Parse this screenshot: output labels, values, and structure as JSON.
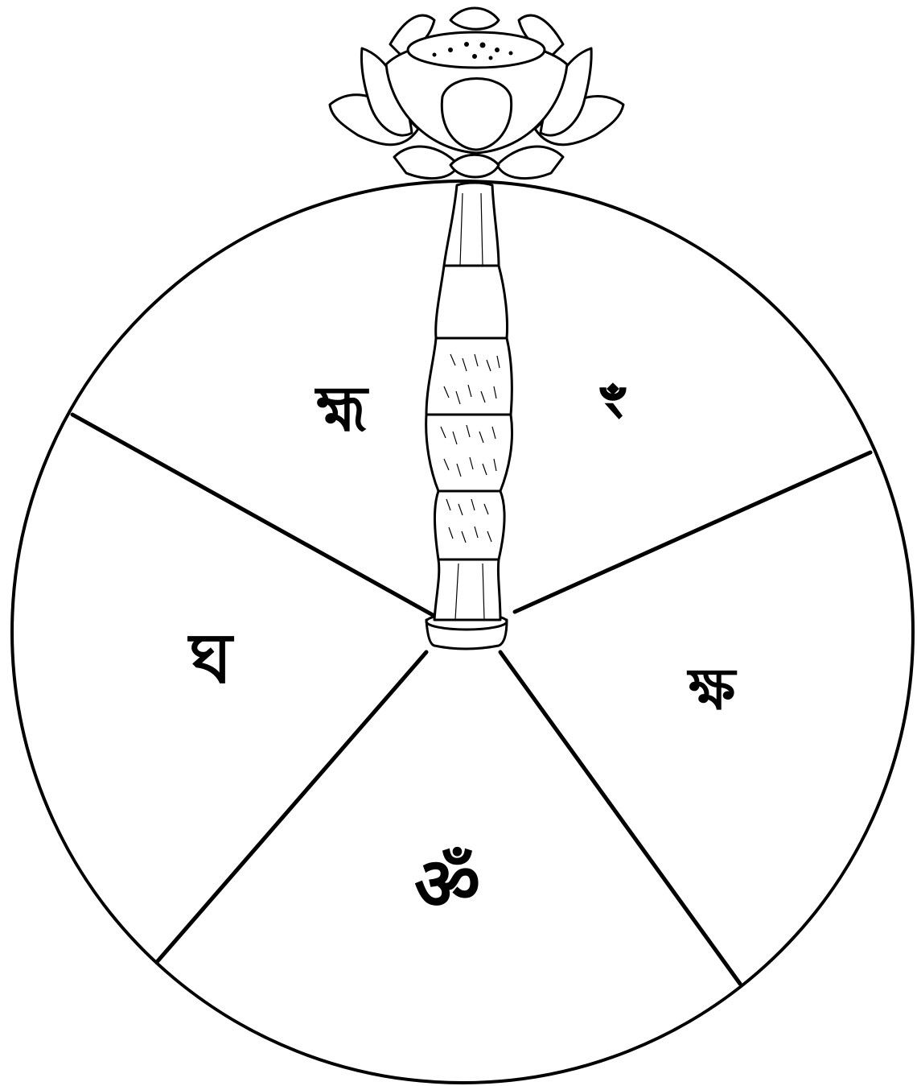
{
  "colors": {
    "ink": "#000000",
    "paper": "#ffffff"
  },
  "center_emblem": "lotus-on-stem-icon",
  "segments": [
    {
      "id": "upper-left",
      "syllable": "হ্ম"
    },
    {
      "id": "upper-right",
      "syllable": "ꣳ"
    },
    {
      "id": "right",
      "syllable": "ক্ষ"
    },
    {
      "id": "bottom",
      "syllable": "ॐ"
    },
    {
      "id": "left",
      "syllable": "ঘ"
    }
  ]
}
